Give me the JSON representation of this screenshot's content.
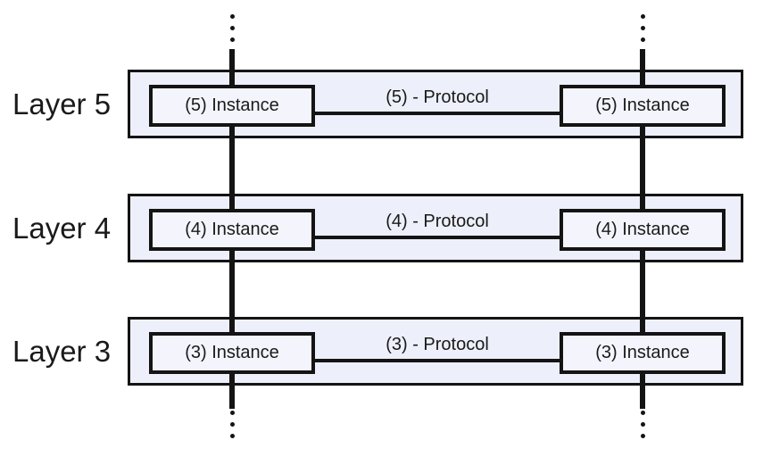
{
  "diagram_title": "layered-protocol-architecture",
  "layers": [
    {
      "label": "Layer 5",
      "left_instance": "(5) Instance",
      "right_instance": "(5) Instance",
      "protocol": "(5) - Protocol"
    },
    {
      "label": "Layer 4",
      "left_instance": "(4) Instance",
      "right_instance": "(4) Instance",
      "protocol": "(4) - Protocol"
    },
    {
      "label": "Layer 3",
      "left_instance": "(3) Instance",
      "right_instance": "(3) Instance",
      "protocol": "(3) - Protocol"
    }
  ],
  "colors": {
    "band_fill": "#edeffa",
    "box_fill": "#f3f4fc",
    "line_color": "#141414",
    "text_color": "#1a1a1a"
  }
}
